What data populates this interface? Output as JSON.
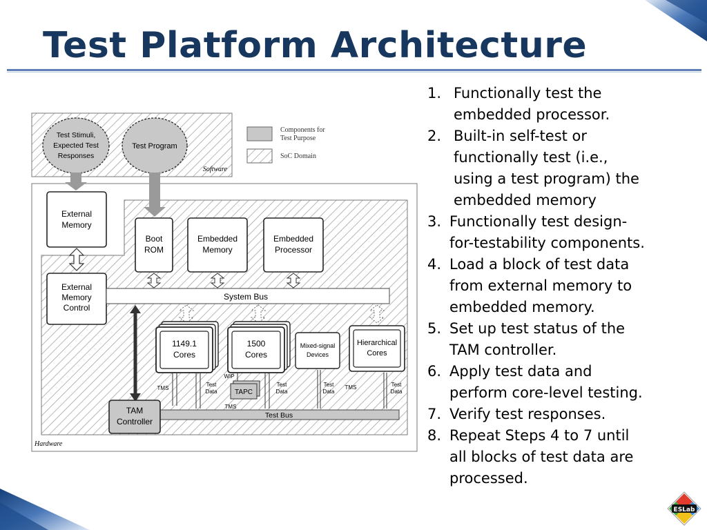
{
  "slide": {
    "title": "Test Platform Architecture"
  },
  "steps": [
    {
      "label": "1.",
      "text": "Functionally test the\nembedded processor."
    },
    {
      "label": "2.",
      "text": "Built-in self-test or\nfunctionally test (i.e.,\nusing a test program) the\nembedded memory"
    },
    {
      "label": "3.",
      "text": "Functionally test design-\nfor-testability components."
    },
    {
      "label": "4.",
      "text": "Load a block of test data\nfrom external memory to\nembedded memory."
    },
    {
      "label": "5.",
      "text": "Set up test status of the\nTAM controller."
    },
    {
      "label": "6.",
      "text": "Apply test data and\nperform core-level testing."
    },
    {
      "label": "7.",
      "text": "Verify test responses."
    },
    {
      "label": "8.",
      "text": "Repeat Steps 4 to 7 until\nall blocks of test data are\nprocessed."
    }
  ],
  "diagram": {
    "legend": {
      "test_purpose_line1": "Components for",
      "test_purpose_line2": "Test Purpose",
      "soc_domain": "SoC Domain"
    },
    "software_label": "Software",
    "hardware_label": "Hardware",
    "test_stimuli": [
      "Test Stimuli,",
      "Expected Test",
      "Responses"
    ],
    "test_program": "Test Program",
    "external_memory": [
      "External",
      "Memory"
    ],
    "external_memory_control": [
      "External",
      "Memory",
      "Control"
    ],
    "boot_rom": [
      "Boot",
      "ROM"
    ],
    "embedded_memory": [
      "Embedded",
      "Memory"
    ],
    "embedded_processor": [
      "Embedded",
      "Processor"
    ],
    "system_bus": "System Bus",
    "cores_1149": [
      "1149.1",
      "Cores"
    ],
    "cores_1500": [
      "1500",
      "Cores"
    ],
    "mixed_signal": [
      "Mixed-signal",
      "Devices"
    ],
    "hierarchical_cores": [
      "Hierarchical",
      "Cores"
    ],
    "tapc": "TAPC",
    "wip": "WIP",
    "tms": "TMS",
    "test_data": [
      "Test",
      "Data"
    ],
    "tam_controller": [
      "TAM",
      "Controller"
    ],
    "test_bus": "Test Bus"
  },
  "colors": {
    "title": "#17375e",
    "rule": "#5b7fb6",
    "test_component_fill": "#c8c8c8",
    "corner_blue": "#1f4e8c"
  },
  "logo": {
    "text": "ESLab"
  }
}
